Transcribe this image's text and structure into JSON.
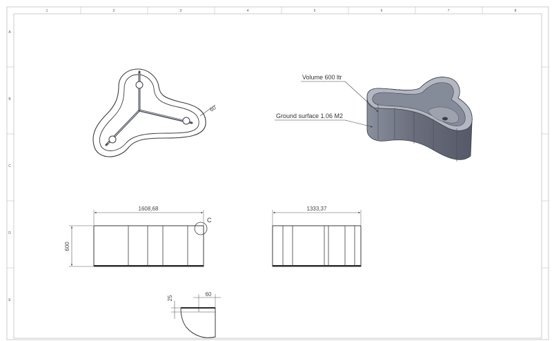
{
  "sheet": {
    "col_labels": [
      "1",
      "2",
      "3",
      "4",
      "5",
      "6",
      "7",
      "8"
    ],
    "row_labels": [
      "A",
      "B",
      "C",
      "D",
      "E"
    ]
  },
  "annotations": {
    "volume": "Volume 600 ltr",
    "ground_surface": "Ground surface 1.06 M2"
  },
  "dimensions": {
    "top_wall_thickness": "60",
    "front_width": "1608,68",
    "front_height": "600",
    "side_width": "1333,37",
    "detail_label": "C",
    "detail_height": "25",
    "detail_width": "60"
  },
  "colors": {
    "line": "#3a3a3a",
    "ribbon": "#4a4f5c",
    "iso_light": "#a7abb7",
    "iso_mid": "#7c8190",
    "iso_dark": "#5d6170",
    "border": "#bfbfbf"
  }
}
